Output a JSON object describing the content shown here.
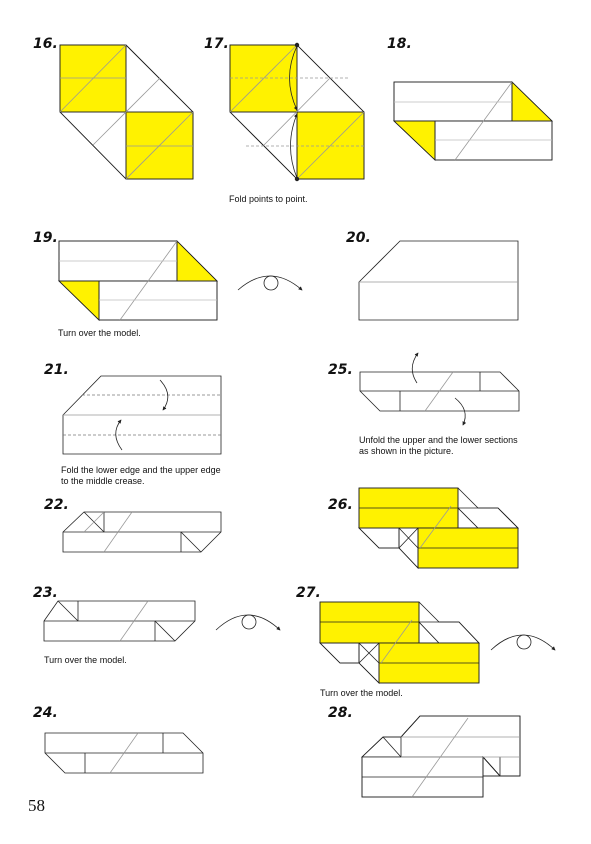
{
  "steps": {
    "s16": "16.",
    "s17": "17.",
    "s18": "18.",
    "s19": "19.",
    "s20": "20.",
    "s21": "21.",
    "s22": "22.",
    "s23": "23.",
    "s24": "24.",
    "s25": "25.",
    "s26": "26.",
    "s27": "27.",
    "s28": "28."
  },
  "captions": {
    "c17": "Fold points to point.",
    "c19": "Turn over the model.",
    "c21_line1": "Fold the lower edge and the upper edge",
    "c21_line2": "to the middle crease.",
    "c23": "Turn over the model.",
    "c25_line1": "Unfold the upper and the lower sections",
    "c25_line2": "as shown in the picture.",
    "c27": "Turn over the model."
  },
  "page_number": "58",
  "colors": {
    "paper_color": "#fff200",
    "line": "#222222",
    "crease": "#9a9a9a"
  }
}
